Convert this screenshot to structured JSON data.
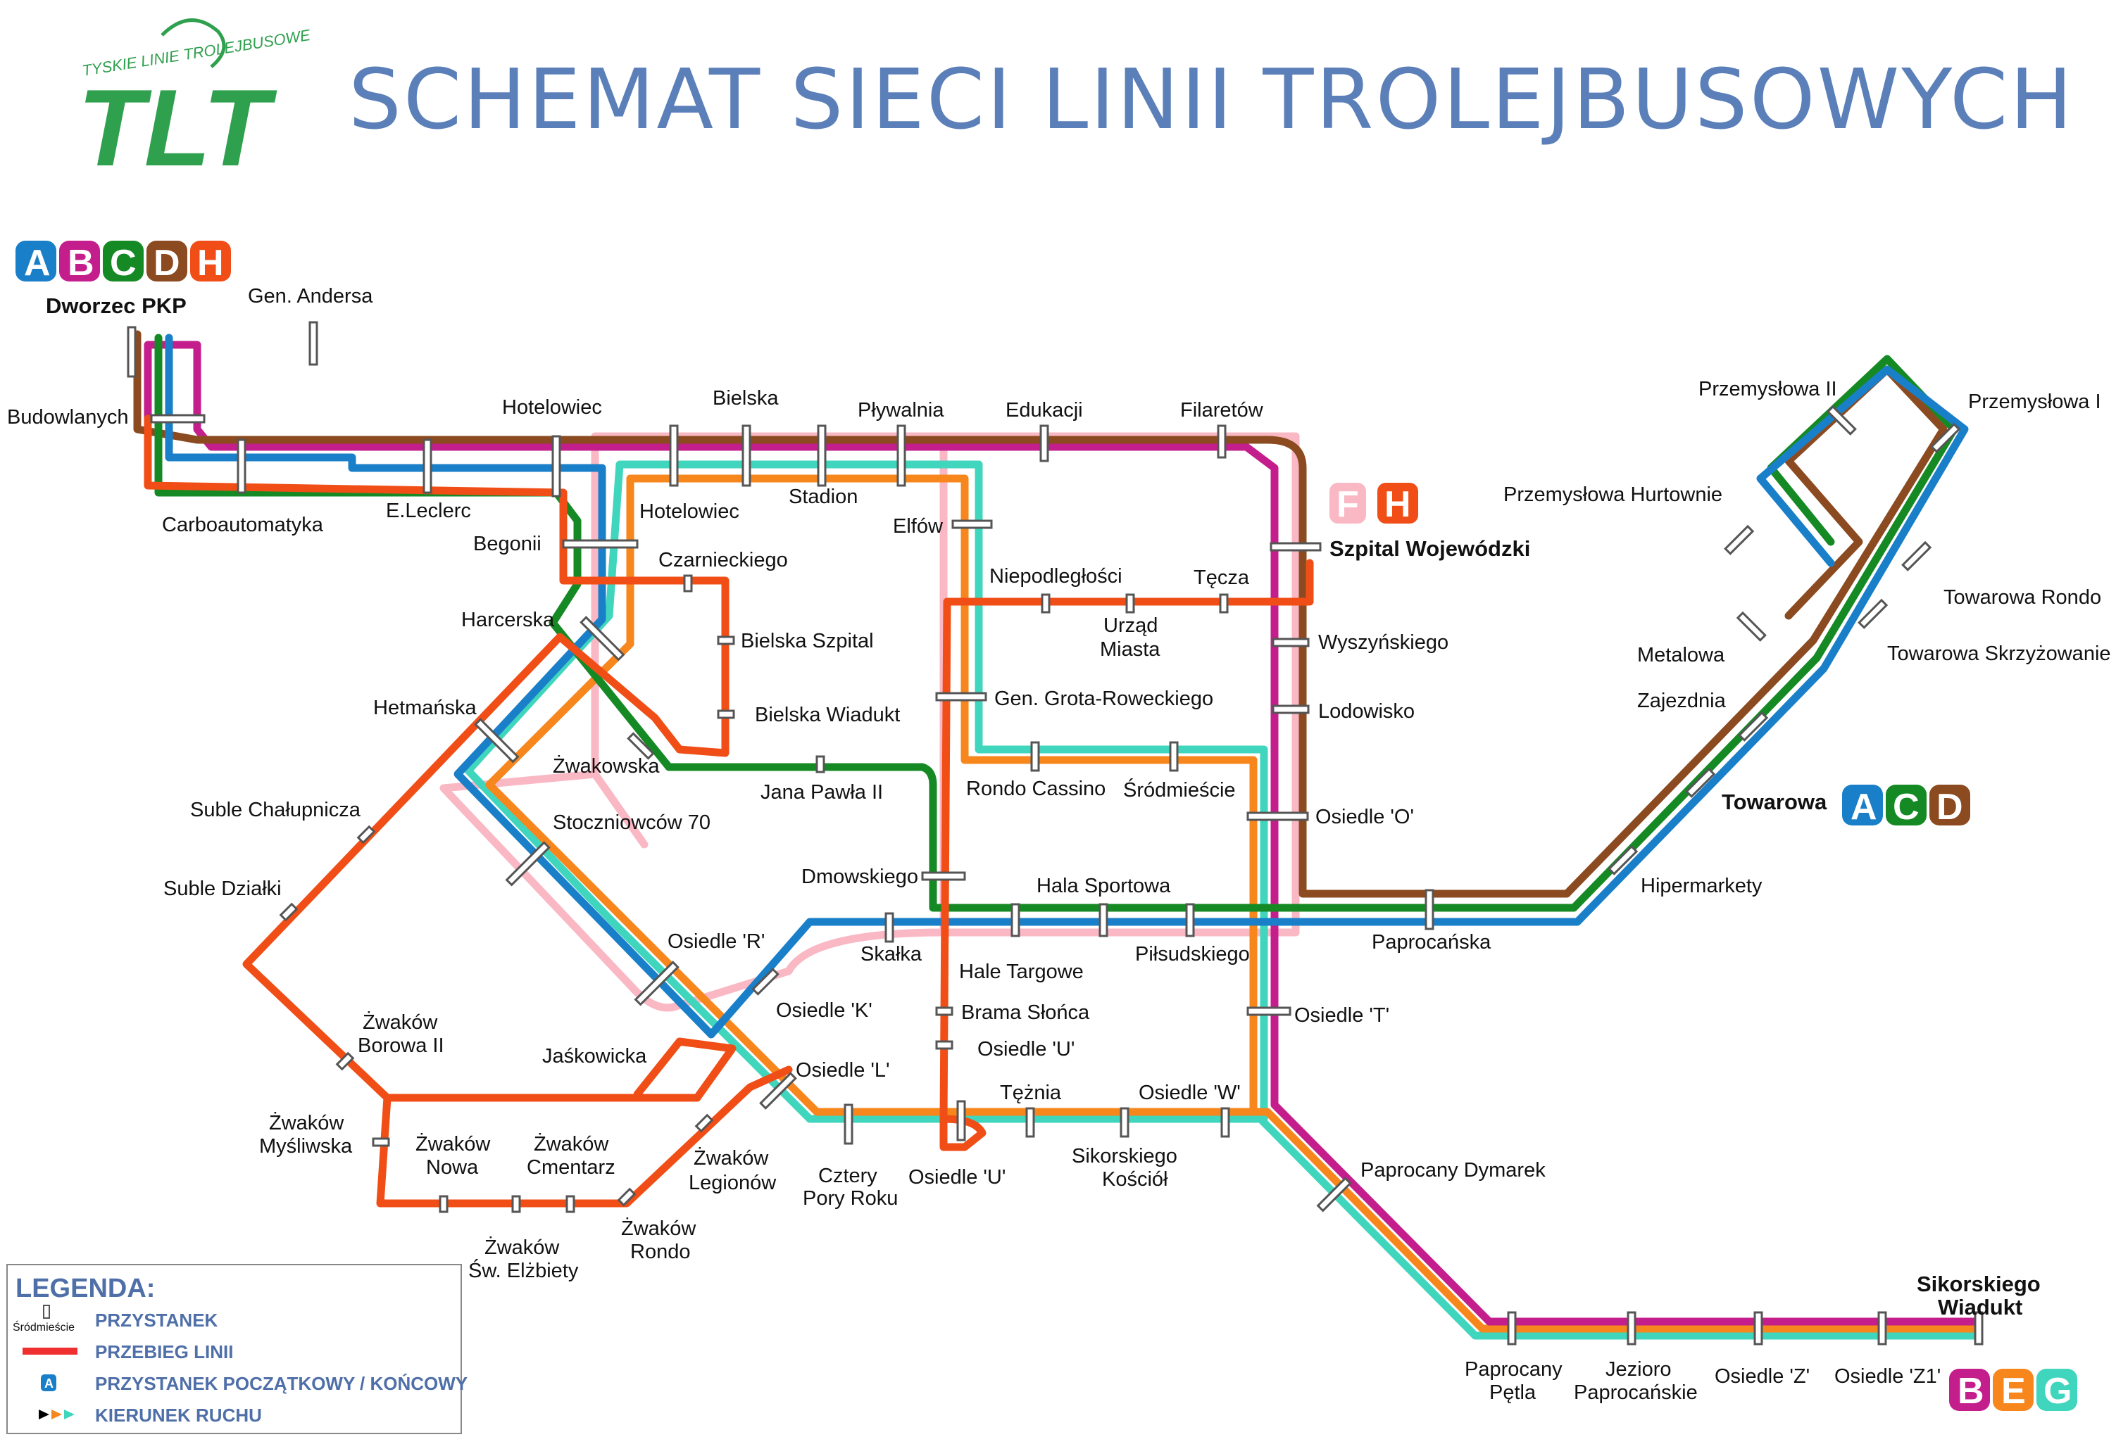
{
  "title": "SCHEMAT SIECI LINII TROLEJBUSOWYCH",
  "logo": {
    "arc_text": "TYSKIE LINIE TROLEJBUSOWE",
    "letters": "TLT",
    "color": "#2fa04e"
  },
  "colors": {
    "A": "#1a7fc9",
    "B": "#c41e8c",
    "C": "#158a24",
    "D": "#8b4a1f",
    "E": "#f7861d",
    "F": "#f9b8c4",
    "G": "#3fd6bd",
    "H": "#f04e16"
  },
  "terminals": {
    "dworzec": {
      "name": "Dworzec PKP",
      "lines": [
        "A",
        "B",
        "C",
        "D",
        "H"
      ]
    },
    "szpital": {
      "name": "Szpital Wojewódzki",
      "lines": [
        "F",
        "H"
      ]
    },
    "towarowa": {
      "name": "Towarowa",
      "lines": [
        "A",
        "C",
        "D"
      ]
    },
    "sikorskiego": {
      "name_line1": "Sikorskiego",
      "name_line2": "Wiadukt",
      "lines": [
        "B",
        "E",
        "G"
      ]
    }
  },
  "stops": {
    "gen_andersa": "Gen. Andersa",
    "budowlanych": "Budowlanych",
    "carboautomatyka": "Carboautomatyka",
    "eleclerc": "E.Leclerc",
    "hotelowiec_n": "Hotelowiec",
    "hotelowiec_s": "Hotelowiec",
    "bielska": "Bielska",
    "stadion": "Stadion",
    "plywalnia": "Pływalnia",
    "edukacji": "Edukacji",
    "filaretow": "Filaretów",
    "elfow": "Elfów",
    "begonii": "Begonii",
    "czarnieckiego": "Czarnieckiego",
    "bielska_szpital": "Bielska Szpital",
    "bielska_wiadukt": "Bielska Wiadukt",
    "harcerska": "Harcerska",
    "hetmanska": "Hetmańska",
    "zwakowska": "Żwakowska",
    "jana_pawla": "Jana Pawła II",
    "niepodleglosci": "Niepodległości",
    "tecza": "Tęcza",
    "urzad_1": "Urząd",
    "urzad_2": "Miasta",
    "wyszynskiego": "Wyszyńskiego",
    "lodowisko": "Lodowisko",
    "grota": "Gen. Grota-Roweckiego",
    "rondo_cassino": "Rondo Cassino",
    "srodmiescie": "Śródmieście",
    "osiedle_o": "Osiedle 'O'",
    "suble_chalupnicza": "Suble Chałupnicza",
    "suble_dzialki": "Suble Działki",
    "stoczniowcow": "Stoczniowców 70",
    "dmowskiego": "Dmowskiego",
    "hala_sportowa": "Hala Sportowa",
    "skalka": "Skałka",
    "hale_targowe": "Hale Targowe",
    "pilsudskiego": "Piłsudskiego",
    "paprocanska": "Paprocańska",
    "osiedle_r": "Osiedle 'R'",
    "osiedle_k": "Osiedle 'K'",
    "brama_slonca": "Brama Słońca",
    "osiedle_u_n": "Osiedle 'U'",
    "osiedle_u_s": "Osiedle 'U'",
    "osiedle_t": "Osiedle 'T'",
    "borowa_1": "Żwaków",
    "borowa_2": "Borowa II",
    "jaskowicka": "Jaśkowicka",
    "osiedle_l": "Osiedle 'L'",
    "teznia": "Tężnia",
    "osiedle_w": "Osiedle 'W'",
    "mysliwska_1": "Żwaków",
    "mysliwska_2": "Myśliwska",
    "nowa_1": "Żwaków",
    "nowa_2": "Nowa",
    "cmentarz_1": "Żwaków",
    "cmentarz_2": "Cmentarz",
    "legionow_1": "Żwaków",
    "legionow_2": "Legionów",
    "cztery_1": "Cztery",
    "cztery_2": "Pory Roku",
    "kosciol_1": "Sikorskiego",
    "kosciol_2": "Kościół",
    "elzbiety_1": "Żwaków",
    "elzbiety_2": "Św. Elżbiety",
    "zrondo_1": "Żwaków",
    "zrondo_2": "Rondo",
    "dymarek": "Paprocany Dymarek",
    "petla_1": "Paprocany",
    "petla_2": "Pętla",
    "jezioro_1": "Jezioro",
    "jezioro_2": "Paprocańskie",
    "osiedle_z": "Osiedle 'Z'",
    "osiedle_z1": "Osiedle 'Z1'",
    "przemyslowa_2": "Przemysłowa II",
    "przemyslowa_1": "Przemysłowa I",
    "hurtownie": "Przemysłowa Hurtownie",
    "towarowa_rondo": "Towarowa Rondo",
    "metalowa": "Metalowa",
    "skrzyzowanie": "Towarowa Skrzyżowanie",
    "zajezdnia": "Zajezdnia",
    "hipermarkety": "Hipermarkety"
  },
  "legend": {
    "heading": "LEGENDA:",
    "sample_stop": "Śródmieście",
    "items": [
      "PRZYSTANEK",
      "PRZEBIEG LINII",
      "PRZYSTANEK POCZĄTKOWY / KOŃCOWY",
      "KIERUNEK RUCHU"
    ],
    "sample_badge": "A"
  }
}
